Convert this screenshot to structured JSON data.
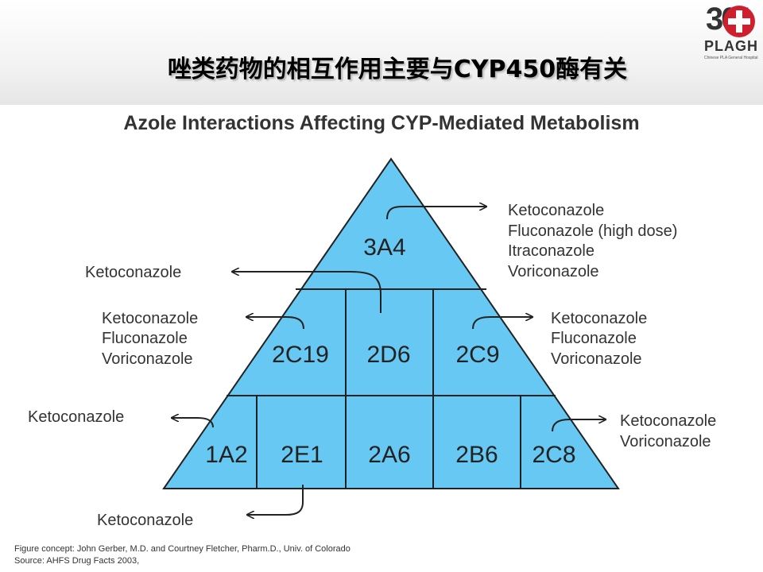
{
  "slide": {
    "title": "唑类药物的相互作用主要与CYP450酶有关"
  },
  "logo": {
    "number": "301",
    "name": "PLAGH",
    "subtitle": "Chinese PLA General Hospital",
    "icon": "red-cross-icon",
    "color": "#cf1f2e"
  },
  "figure": {
    "title": "Azole Interactions Affecting CYP-Mediated Metabolism",
    "fill_color": "#66c8f3",
    "line_color": "#222222",
    "enzymes": {
      "top": "3A4",
      "middle": [
        "2C19",
        "2D6",
        "2C9"
      ],
      "bottom": [
        "1A2",
        "2E1",
        "2A6",
        "2B6",
        "2C8"
      ]
    },
    "labels": {
      "3A4": [
        "Ketoconazole",
        "Fluconazole (high dose)",
        "Itraconazole",
        "Voriconazole"
      ],
      "2D6": [
        "Ketoconazole"
      ],
      "2C19": [
        "Ketoconazole",
        "Fluconazole",
        "Voriconazole"
      ],
      "2C9": [
        "Ketoconazole",
        "Fluconazole",
        "Voriconazole"
      ],
      "1A2": [
        "Ketoconazole"
      ],
      "2C8": [
        "Ketoconazole",
        "Voriconazole"
      ],
      "2E1": [
        "Ketoconazole"
      ]
    }
  },
  "footer": {
    "concept": "Figure concept: John Gerber, M.D. and Courtney Fletcher, Pharm.D., Univ. of Colorado",
    "source": "Source: AHFS Drug Facts 2003,"
  }
}
